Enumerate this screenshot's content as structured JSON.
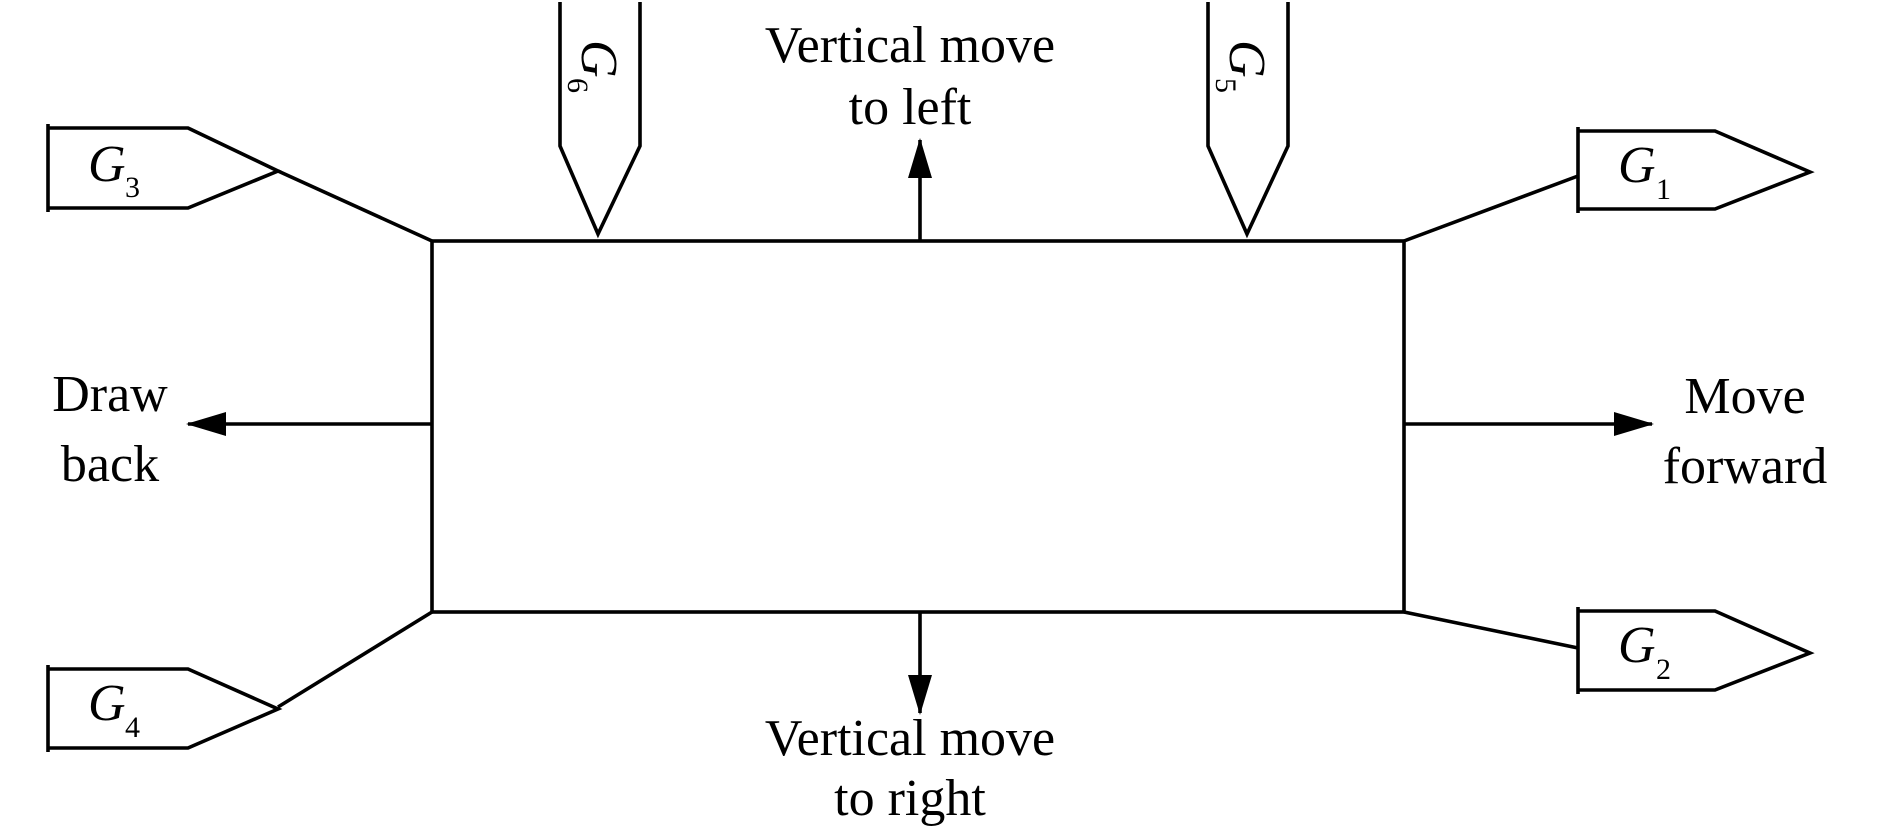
{
  "directions": {
    "up": [
      "Vertical move",
      "to left"
    ],
    "down": [
      "Vertical move",
      "to right"
    ],
    "left": [
      "Draw",
      "back"
    ],
    "right": [
      "Move",
      "forward"
    ]
  },
  "grippers": {
    "g1": {
      "letter": "G",
      "index": "1"
    },
    "g2": {
      "letter": "G",
      "index": "2"
    },
    "g3": {
      "letter": "G",
      "index": "3"
    },
    "g4": {
      "letter": "G",
      "index": "4"
    },
    "g5": {
      "letter": "G",
      "index": "5"
    },
    "g6": {
      "letter": "G",
      "index": "6"
    }
  }
}
